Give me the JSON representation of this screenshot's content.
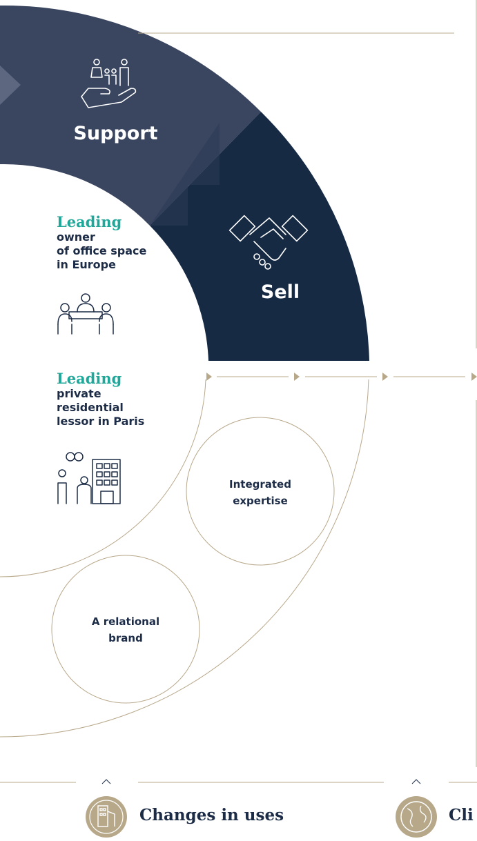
{
  "segments": {
    "support": "Support",
    "sell": "Sell"
  },
  "positions": [
    {
      "heading": "Leading",
      "lines": [
        "owner",
        "of office space",
        "in Europe"
      ]
    },
    {
      "heading": "Leading",
      "lines": [
        "private",
        "residential",
        "lessor in Paris"
      ]
    }
  ],
  "assets": [
    {
      "lines": [
        "Integrated",
        "expertise"
      ]
    },
    {
      "lines": [
        "A relational",
        "brand"
      ]
    }
  ],
  "trends": [
    {
      "label": "Changes in uses",
      "icon": "building-icon"
    },
    {
      "label": "Cli",
      "icon": "globe-icon"
    }
  ],
  "colors": {
    "support_band": "#3a4560",
    "sell_band": "#172a44",
    "teal": "#1fa89a",
    "gold": "#b8a88a",
    "text": "#1c2b46"
  }
}
